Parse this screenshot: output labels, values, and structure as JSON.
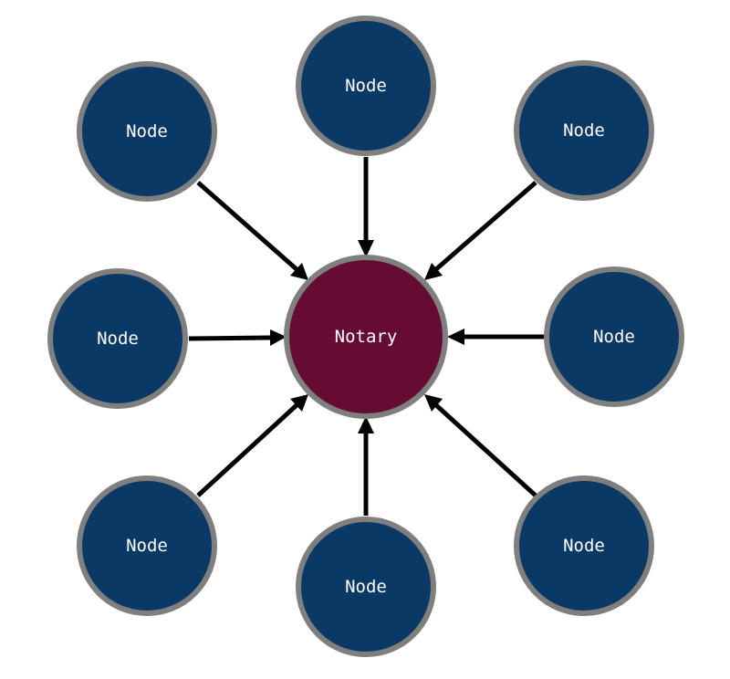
{
  "colors": {
    "node_fill": "#0a3966",
    "notary_fill": "#660c32",
    "ring": "#7f7f7f",
    "arrow": "#000000"
  },
  "hub": {
    "label": "Notary"
  },
  "nodes": [
    {
      "label": "Node"
    },
    {
      "label": "Node"
    },
    {
      "label": "Node"
    },
    {
      "label": "Node"
    },
    {
      "label": "Node"
    },
    {
      "label": "Node"
    },
    {
      "label": "Node"
    },
    {
      "label": "Node"
    }
  ]
}
